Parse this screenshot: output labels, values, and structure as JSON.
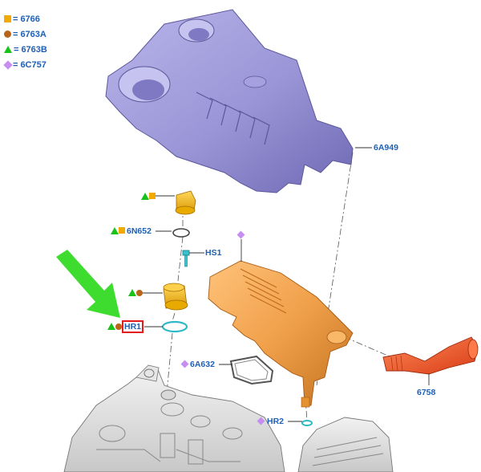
{
  "legend": [
    {
      "symbol": "square",
      "color": "#f2a900",
      "label": "6766"
    },
    {
      "symbol": "circle",
      "color": "#b8651a",
      "label": "6763A"
    },
    {
      "symbol": "triangle",
      "color": "#19c219",
      "label": "6763B"
    },
    {
      "symbol": "diamond",
      "color": "#c58ef0",
      "label": "6C757"
    }
  ],
  "legend_separator": "=",
  "callouts": {
    "engine_cover": "6A949",
    "breather_oring": "6N652",
    "screw": "HS1",
    "oil_separator_seal": "6A632",
    "lower_oring": "HR1",
    "bottom_oring": "HR2",
    "breather_hose": "6758"
  },
  "colors": {
    "callout_text": "#1f5fb4",
    "highlight_box": "#e51b1b",
    "arrow": "#3ddc2f",
    "cover": "#9c97d6",
    "oil_separator": "#f0a04a",
    "hose": "#f0552a",
    "cap": "#f2b400",
    "oring": "#2fb8c8"
  }
}
